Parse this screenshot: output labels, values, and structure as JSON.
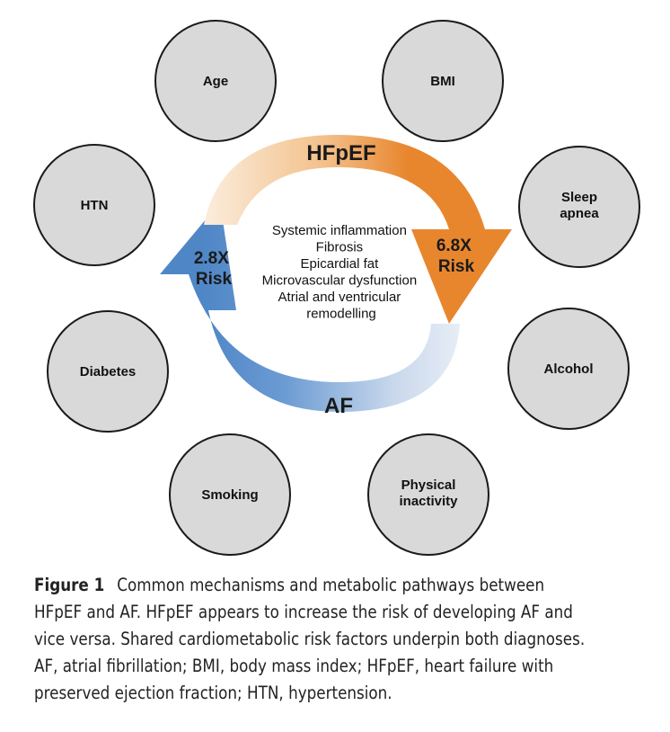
{
  "diagram": {
    "risk_factors": [
      {
        "id": "age",
        "lines": [
          "Age"
        ]
      },
      {
        "id": "bmi",
        "lines": [
          "BMI"
        ]
      },
      {
        "id": "htn",
        "lines": [
          "HTN"
        ]
      },
      {
        "id": "sleep-apnea",
        "lines": [
          "Sleep",
          "apnea"
        ]
      },
      {
        "id": "diabetes",
        "lines": [
          "Diabetes"
        ]
      },
      {
        "id": "alcohol",
        "lines": [
          "Alcohol"
        ]
      },
      {
        "id": "smoking",
        "lines": [
          "Smoking"
        ]
      },
      {
        "id": "physical-inactivity",
        "lines": [
          "Physical",
          "inactivity"
        ]
      }
    ],
    "top_label": "HFpEF",
    "bottom_label": "AF",
    "left_risk": [
      "2.8X",
      "Risk"
    ],
    "right_risk": [
      "6.8X",
      "Risk"
    ],
    "mechanisms": [
      "Systemic inflammation",
      "Fibrosis",
      "Epicardial fat",
      "Microvascular dysfunction",
      "Atrial and ventricular",
      "remodelling"
    ],
    "colors": {
      "circle_fill": "#d9d9d9",
      "circle_stroke": "#1a1a1a",
      "orange": "#e8862e",
      "blue": "#4f86c6"
    }
  },
  "caption": {
    "label": "Figure 1",
    "lines": [
      "Common mechanisms and metabolic pathways between",
      "HFpEF and AF. HFpEF appears to increase the risk of developing AF and",
      "vice versa. Shared cardiometabolic risk factors underpin both diagnoses.",
      "AF, atrial fibrillation; BMI, body mass index; HFpEF, heart failure with",
      "preserved ejection fraction; HTN, hypertension."
    ]
  }
}
